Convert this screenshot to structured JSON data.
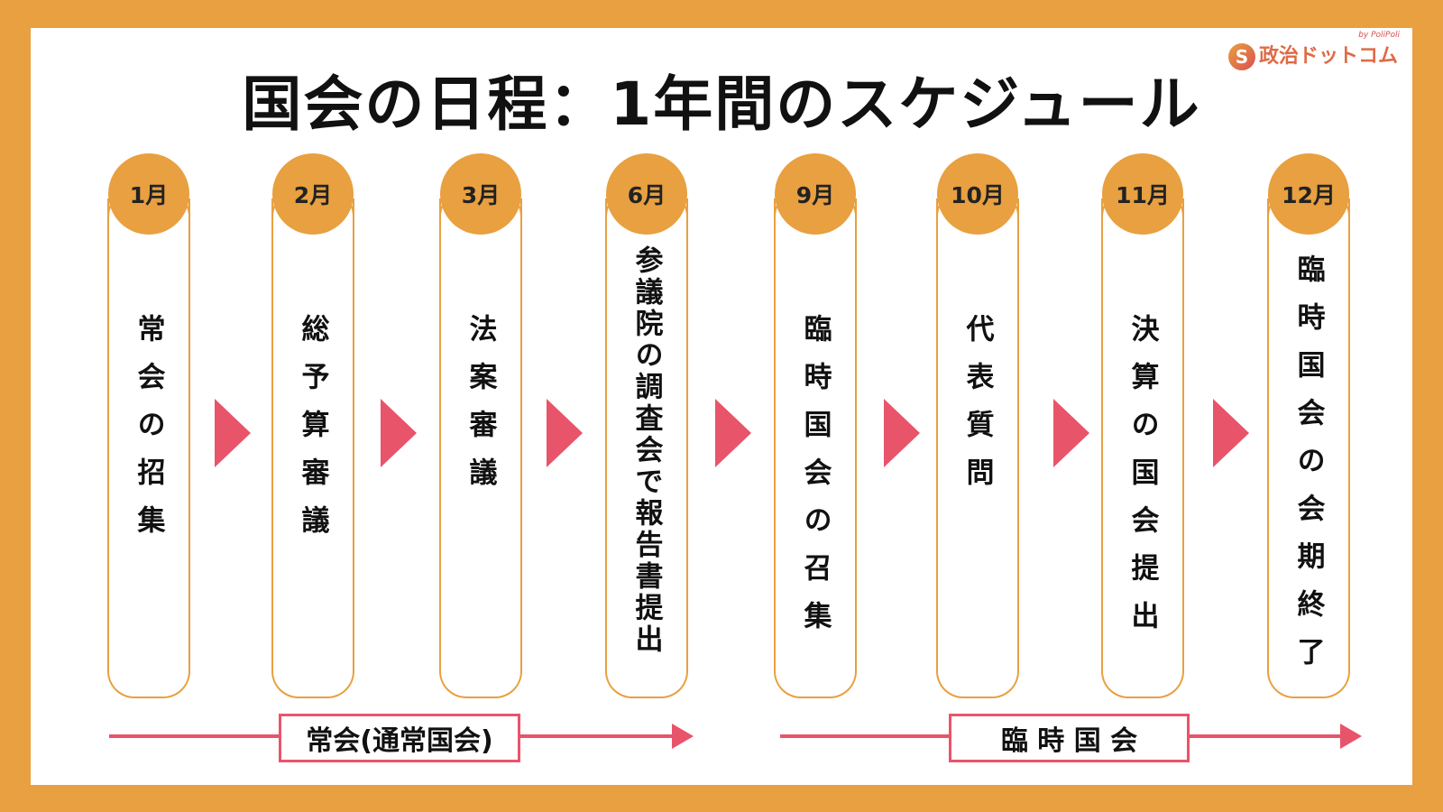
{
  "title": "国会の日程：1年間のスケジュール",
  "logo": {
    "text": "政治ドットコム",
    "by": "by PoliPoli"
  },
  "colors": {
    "frame": "#E8A040",
    "arrow": "#E8546A"
  },
  "steps": [
    {
      "month": "1月",
      "text": "常会の招集"
    },
    {
      "month": "2月",
      "text": "総予算審議"
    },
    {
      "month": "3月",
      "text": "法案審議"
    },
    {
      "month": "6月",
      "text": "参議院の調査会で報告書提出"
    },
    {
      "month": "9月",
      "text": "臨時国会の召集"
    },
    {
      "month": "10月",
      "text": "代表質問"
    },
    {
      "month": "11月",
      "text": "決算の国会提出"
    },
    {
      "month": "12月",
      "text": "臨時国会の会期終了"
    }
  ],
  "periods": [
    {
      "label": "常会(通常国会)"
    },
    {
      "label": "臨 時 国 会"
    }
  ]
}
